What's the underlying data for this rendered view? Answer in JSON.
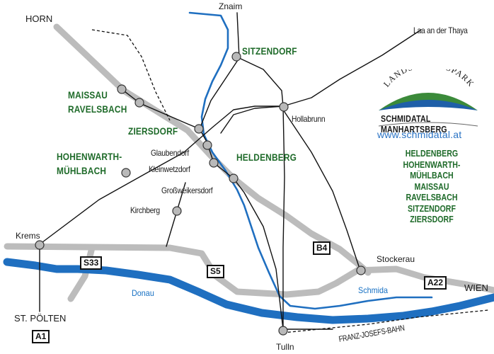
{
  "map": {
    "towns": {
      "horn": "HORN",
      "znaim": "Znaim",
      "laa": "Laa an der Thaya",
      "hollabrunn": "Hollabrunn",
      "glaubendorf": "Glaubendorf",
      "kleinwetzdorf": "Kleinwetzdorf",
      "grossweikersdorf": "Großweikersdorf",
      "kirchberg": "Kirchberg",
      "krems": "Krems",
      "stockerau": "Stockerau",
      "wien": "WIEN",
      "st_poelten": "ST. PÖLTEN",
      "tulln": "Tulln"
    },
    "municipalities": {
      "sitzendorf": "SITZENDORF",
      "maissau": "MAISSAU",
      "ravelsbach": "RAVELSBACH",
      "ziersdorf": "ZIERSDORF",
      "heldenberg": "HELDENBERG",
      "hohenwarth": "HOHENWARTH-",
      "muehlbach": "MÜHLBACH"
    },
    "rivers": {
      "donau": "Donau",
      "schmida": "Schmida"
    },
    "railway": "FRANZ-JOSEFS-BAHN",
    "roads": {
      "s33": "S33",
      "s5": "S5",
      "b4": "B4",
      "a22": "A22",
      "a1": "A1"
    },
    "colors": {
      "road": "#bcbcbc",
      "river": "#1f6fc0",
      "municipality": "#1f6b2a",
      "url": "#2a73c4"
    }
  },
  "park": {
    "logo_arc_text": "LANDSCHAFTSPARK",
    "title": "SCHMIDATAL MANHARTSBERG",
    "url": "www.schmidatal.at",
    "members": [
      "HELDENBERG",
      "HOHENWARTH-MÜHLBACH",
      "MAISSAU",
      "RAVELSBACH",
      "SITZENDORF",
      "ZIERSDORF"
    ]
  }
}
